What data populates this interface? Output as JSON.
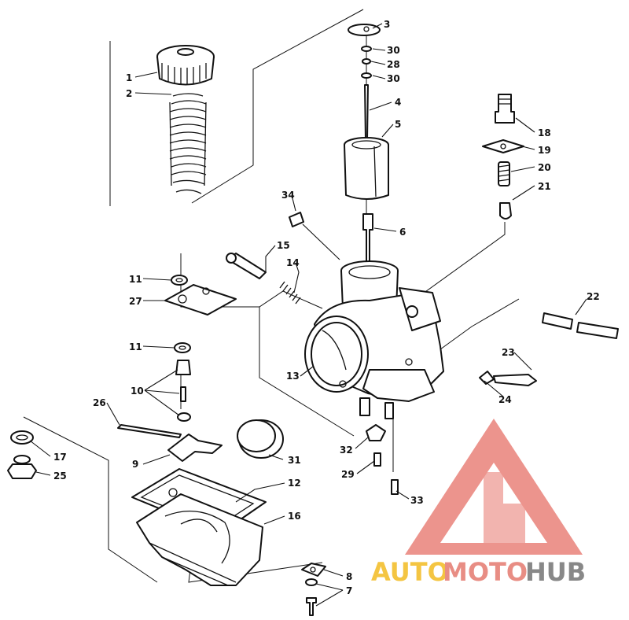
{
  "callouts": [
    "1",
    "2",
    "3",
    "30",
    "28",
    "30",
    "4",
    "5",
    "18",
    "19",
    "20",
    "21",
    "34",
    "6",
    "15",
    "14",
    "11",
    "27",
    "11",
    "13",
    "10",
    "22",
    "23",
    "24",
    "26",
    "17",
    "25",
    "9",
    "31",
    "12",
    "16",
    "32",
    "29",
    "33",
    "8",
    "7"
  ],
  "watermark": {
    "auto": "AUTO",
    "moto": "MOTO",
    "hub": "HUB",
    "colors": {
      "auto": "#f4c542",
      "moto": "#e88d84",
      "hub": "#888888",
      "logo": "#e9827a"
    }
  }
}
